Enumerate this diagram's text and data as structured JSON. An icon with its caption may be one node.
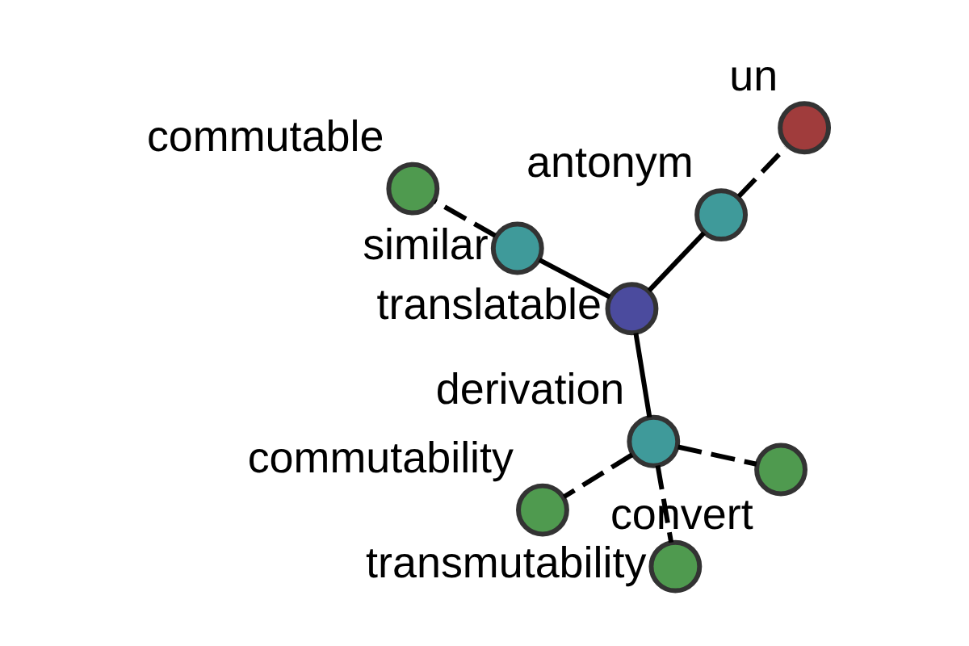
{
  "diagram": {
    "nodes": [
      {
        "text": [
          "translatable"
        ]
      },
      {
        "text": [
          "derivation"
        ]
      },
      {
        "text": [
          "antonym"
        ]
      },
      {
        "text": [
          "similar"
        ]
      },
      {
        "text": [
          "un"
        ]
      },
      {
        "text": [
          "convert"
        ]
      },
      {
        "text": [
          "commutability"
        ]
      },
      {
        "text": [
          "transmutability"
        ]
      },
      {
        "text": [
          "commutable"
        ]
      }
    ],
    "edges": [
      {
        "from": 0,
        "to": 1,
        "arrow": "none"
      },
      {
        "from": 0,
        "to": 2,
        "arrow": "none"
      },
      {
        "from": 0,
        "to": 3,
        "arrow": "none"
      },
      {
        "from": 2,
        "to": 4,
        "arrow": "none",
        "style": "dashed"
      },
      {
        "from": 1,
        "to": 5,
        "arrow": "none",
        "style": "dashed"
      },
      {
        "from": 1,
        "to": 6,
        "arrow": "none",
        "style": "dashed"
      },
      {
        "from": 1,
        "to": 7,
        "arrow": "none",
        "style": "dashed"
      },
      {
        "from": 3,
        "to": 8,
        "arrow": "none",
        "style": "dashed"
      }
    ]
  }
}
